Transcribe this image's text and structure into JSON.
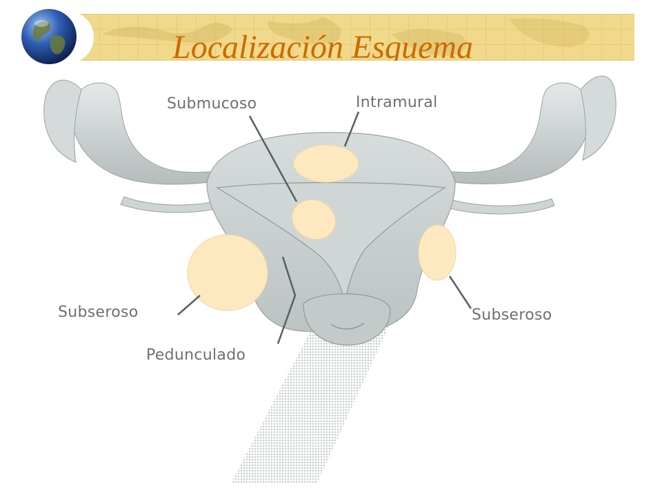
{
  "slide": {
    "title": "Localización Esquema"
  },
  "diagram": {
    "labels": {
      "submucoso": "Submucoso",
      "intramural": "Intramural",
      "subseroso_left": "Subseroso",
      "subseroso_right": "Subseroso",
      "pedunculado": "Pedunculado"
    }
  },
  "colors": {
    "title": "#cc6a00",
    "header_band": "#f0d98a",
    "fibroid": "#fde8bf",
    "tissue": "#c9cfcf",
    "label_text": "#6f6f6f"
  },
  "icons": [
    "globe-icon"
  ]
}
